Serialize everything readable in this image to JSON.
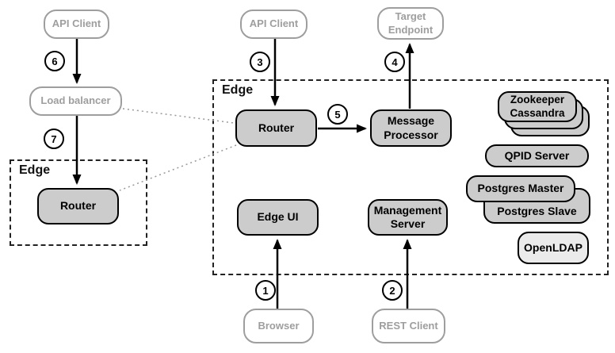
{
  "groups": {
    "edge_left": {
      "label": "Edge"
    },
    "edge_main": {
      "label": "Edge"
    }
  },
  "nodes": {
    "api_client_left": {
      "label": "API Client"
    },
    "load_balancer": {
      "label": "Load balancer"
    },
    "router_left": {
      "label": "Router"
    },
    "api_client_mid": {
      "label": "API Client"
    },
    "target_endpoint": {
      "label": "Target\nEndpoint"
    },
    "router_main": {
      "label": "Router"
    },
    "message_processor": {
      "label": "Message\nProcessor"
    },
    "edge_ui": {
      "label": "Edge UI"
    },
    "management_server": {
      "label": "Management\nServer"
    },
    "zookeeper_cassandra": {
      "label": "Zookeeper\nCassandra",
      "stacked_copies": 3
    },
    "qpid_server": {
      "label": "QPID Server"
    },
    "postgres_master": {
      "label": "Postgres Master"
    },
    "postgres_slave": {
      "label": "Postgres Slave"
    },
    "openldap": {
      "label": "OpenLDAP"
    },
    "browser": {
      "label": "Browser"
    },
    "rest_client": {
      "label": "REST Client"
    }
  },
  "steps": {
    "s1": "1",
    "s2": "2",
    "s3": "3",
    "s4": "4",
    "s5": "5",
    "s6": "6",
    "s7": "7"
  },
  "colors": {
    "component_fill": "#cccccc",
    "component_fill_light": "#ebebeb",
    "component_border": "#000000",
    "external_border": "#9e9e9e",
    "external_text": "#9e9e9e",
    "dotted_link": "#999999",
    "arrow": "#000000"
  }
}
